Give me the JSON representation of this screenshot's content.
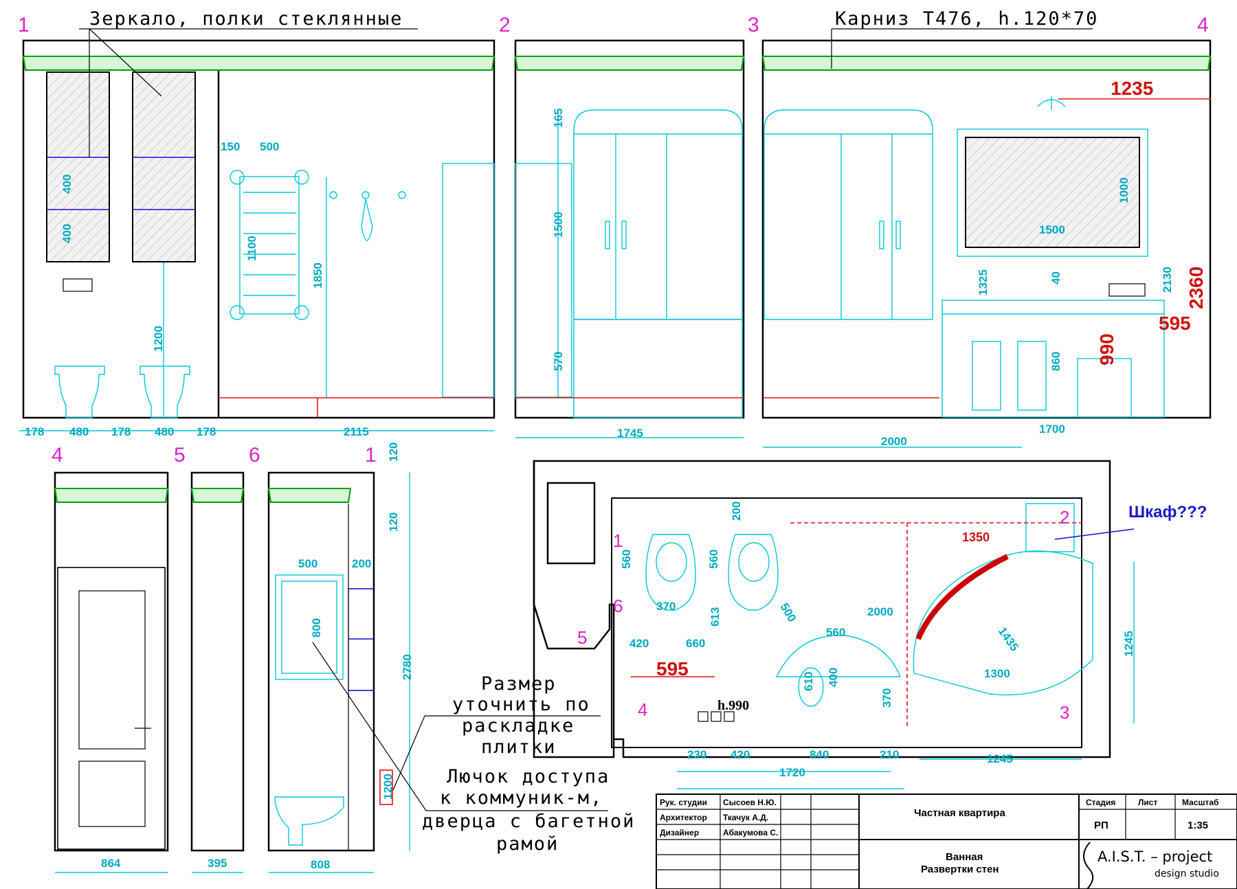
{
  "labels": {
    "mirror_note": "Зеркало, полки стеклянные",
    "cornice_note": "Карниз Т476, h.120*70",
    "closet": "Шкаф???",
    "size_note": [
      "Размер",
      "уточнить по",
      "раскладке",
      "плитки"
    ],
    "hatch_note": [
      "Лючок доступа",
      "к коммуник-м,",
      "дверца с багетной",
      "рамой"
    ],
    "h990": "h.990"
  },
  "view_numbers": [
    "1",
    "2",
    "3",
    "4",
    "4",
    "5",
    "6",
    "1"
  ],
  "plan_numbers": [
    "1",
    "2",
    "3",
    "4",
    "5",
    "6"
  ],
  "dims_cyan": {
    "w1": [
      "178",
      "480",
      "178",
      "480",
      "178"
    ],
    "w1_2115": "2115",
    "d150": "150",
    "d500": "500",
    "d1100": "1100",
    "d1850": "1850",
    "d400a": "400",
    "d400b": "400",
    "d1200": "1200",
    "d165": "165",
    "d1500a": "1500",
    "d570": "570",
    "d1745": "1745",
    "d2000a": "2000",
    "d1700": "1700",
    "d1000": "1000",
    "d1500b": "1500",
    "d1325": "1325",
    "d40": "40",
    "d860": "860",
    "d2130": "2130",
    "d864": "864",
    "d395": "395",
    "d808": "808",
    "d120a": "120",
    "d120b": "120",
    "d2780": "2780",
    "d500b": "500",
    "d200": "200",
    "d800": "800",
    "d1200b": "1200",
    "p200": "200",
    "p560a": "560",
    "p560b": "560",
    "p370a": "370",
    "p420a": "420",
    "p660": "660",
    "p613": "613",
    "p500": "500",
    "p2000": "2000",
    "p560c": "560",
    "p610": "610",
    "p400": "400",
    "p370b": "370",
    "p1435": "1435",
    "p1300": "1300",
    "p1245a": "1245",
    "p1245b": "1245",
    "p230": "230",
    "p420b": "420",
    "p840": "840",
    "p210": "210",
    "p1720": "1720"
  },
  "dims_red": {
    "r1235": "1235",
    "r2360": "2360",
    "r595a": "595",
    "r990": "990",
    "r1350": "1350",
    "r595b": "595"
  },
  "title_block": {
    "roles": [
      "Рук. студии",
      "Архитектор",
      "Дизайнер"
    ],
    "names": [
      "Сысоев Н.Ю.",
      "Ткачук А.Д.",
      "Абакумова С."
    ],
    "project": "Частная квартира",
    "sheet_title_1": "Ванная",
    "sheet_title_2": "Развертки стен",
    "col_headers": [
      "Стадия",
      "Лист",
      "Масштаб"
    ],
    "stage": "РП",
    "scale": "1:35",
    "studio": "A.I.S.T. – project",
    "studio_sub": "design studio"
  }
}
